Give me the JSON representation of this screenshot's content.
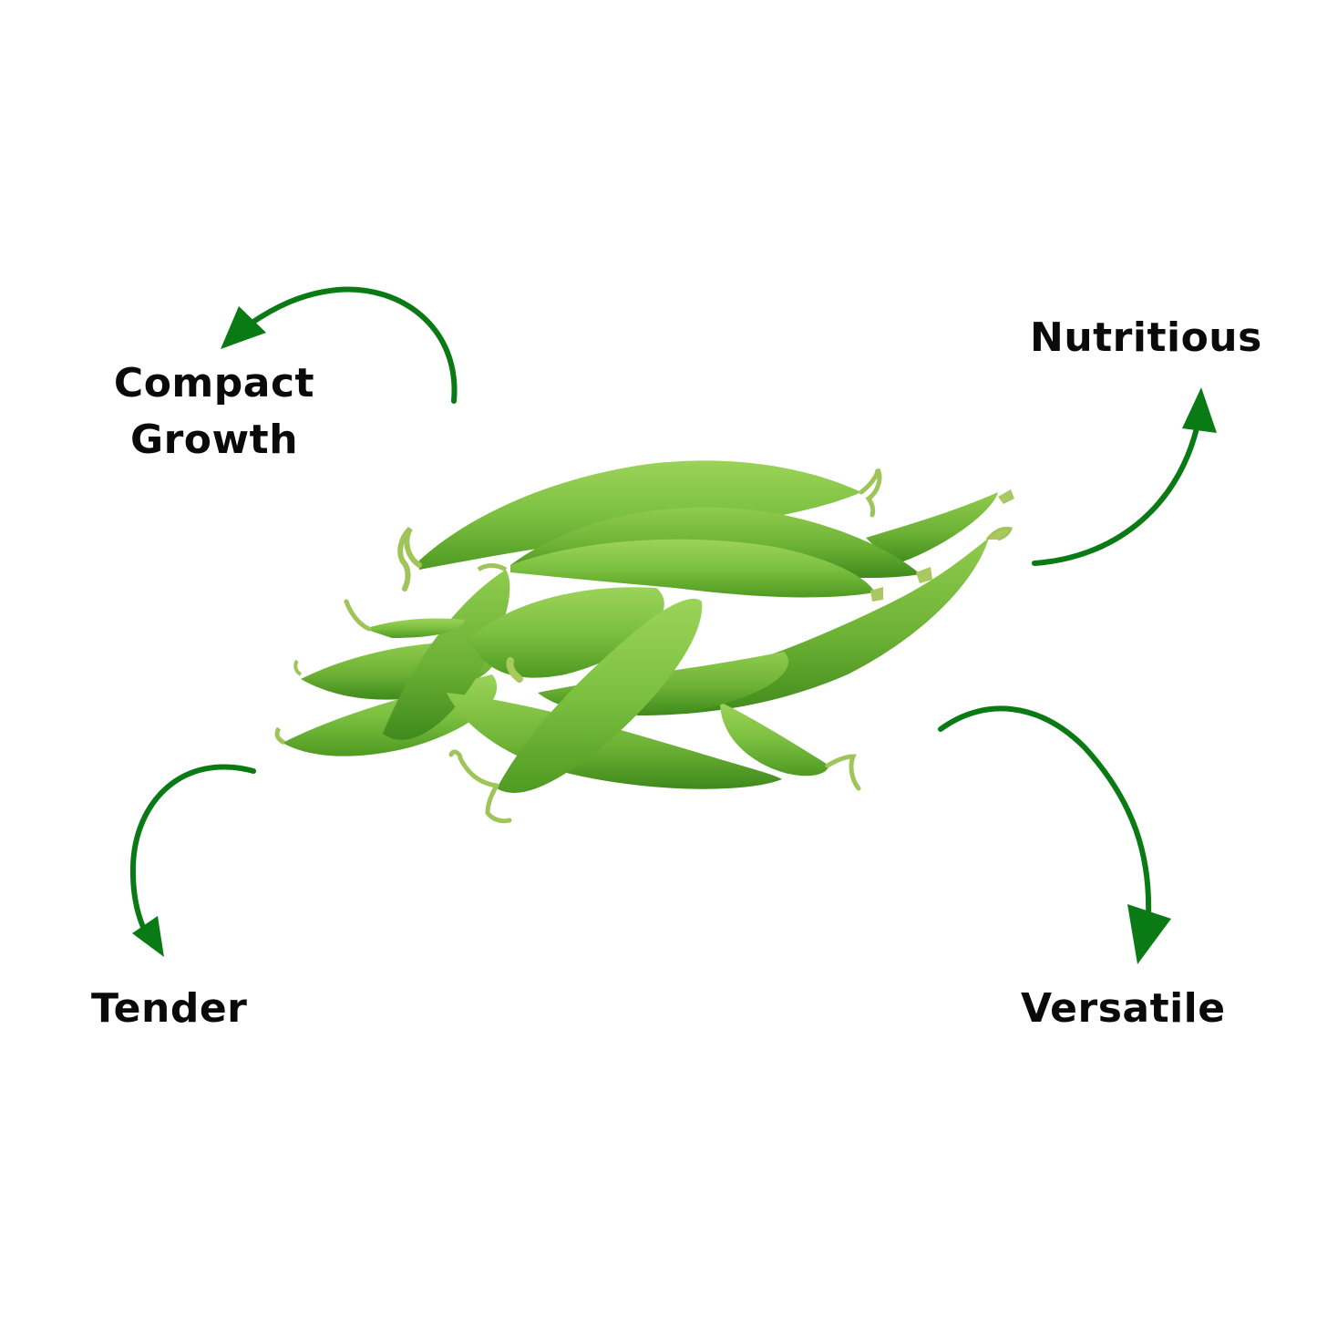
{
  "infographic": {
    "subject": "green beans",
    "accent_color": "#0a7a14",
    "text_color": "#0a0a0a",
    "features": [
      {
        "id": "compact-growth",
        "lines": [
          "Compact",
          "Growth"
        ],
        "arrow_direction": "up-left"
      },
      {
        "id": "nutritious",
        "lines": [
          "Nutritious"
        ],
        "arrow_direction": "up-right"
      },
      {
        "id": "tender",
        "lines": [
          "Tender"
        ],
        "arrow_direction": "down-left"
      },
      {
        "id": "versatile",
        "lines": [
          "Versatile"
        ],
        "arrow_direction": "down-right"
      }
    ]
  }
}
